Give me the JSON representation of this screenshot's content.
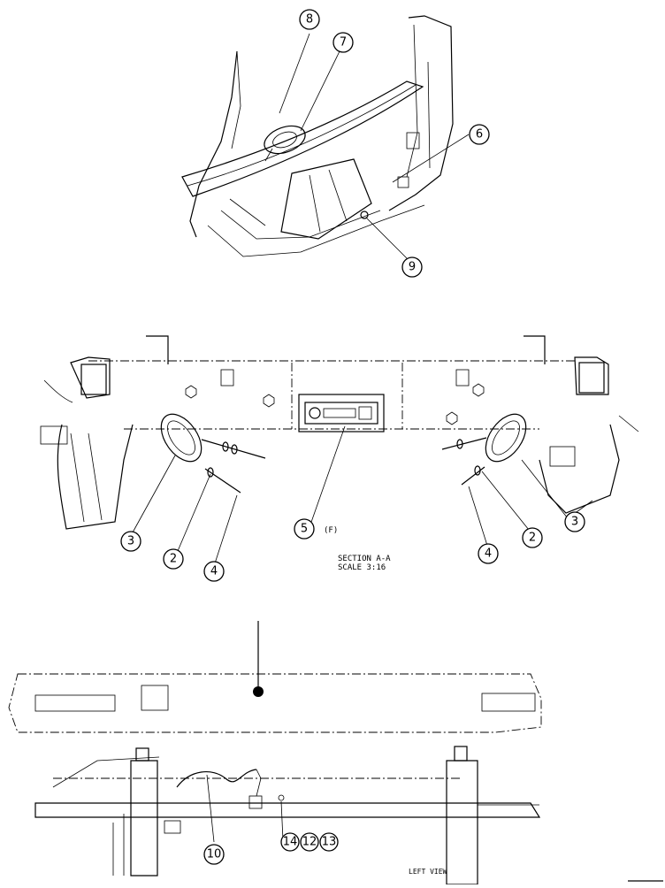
{
  "callouts": {
    "c8": "8",
    "c7": "7",
    "c6": "6",
    "c9": "9",
    "c3a": "3",
    "c2a": "2",
    "c4a": "4",
    "c5": "5",
    "c4b": "4",
    "c2b": "2",
    "c3b": "3",
    "c10": "10",
    "c14": "14",
    "c12": "12",
    "c13": "13"
  },
  "notes": {
    "f_label": "(F)",
    "section_title": "SECTION A-A",
    "scale": "SCALE 3:16",
    "left_view": "LEFT VIEW"
  }
}
